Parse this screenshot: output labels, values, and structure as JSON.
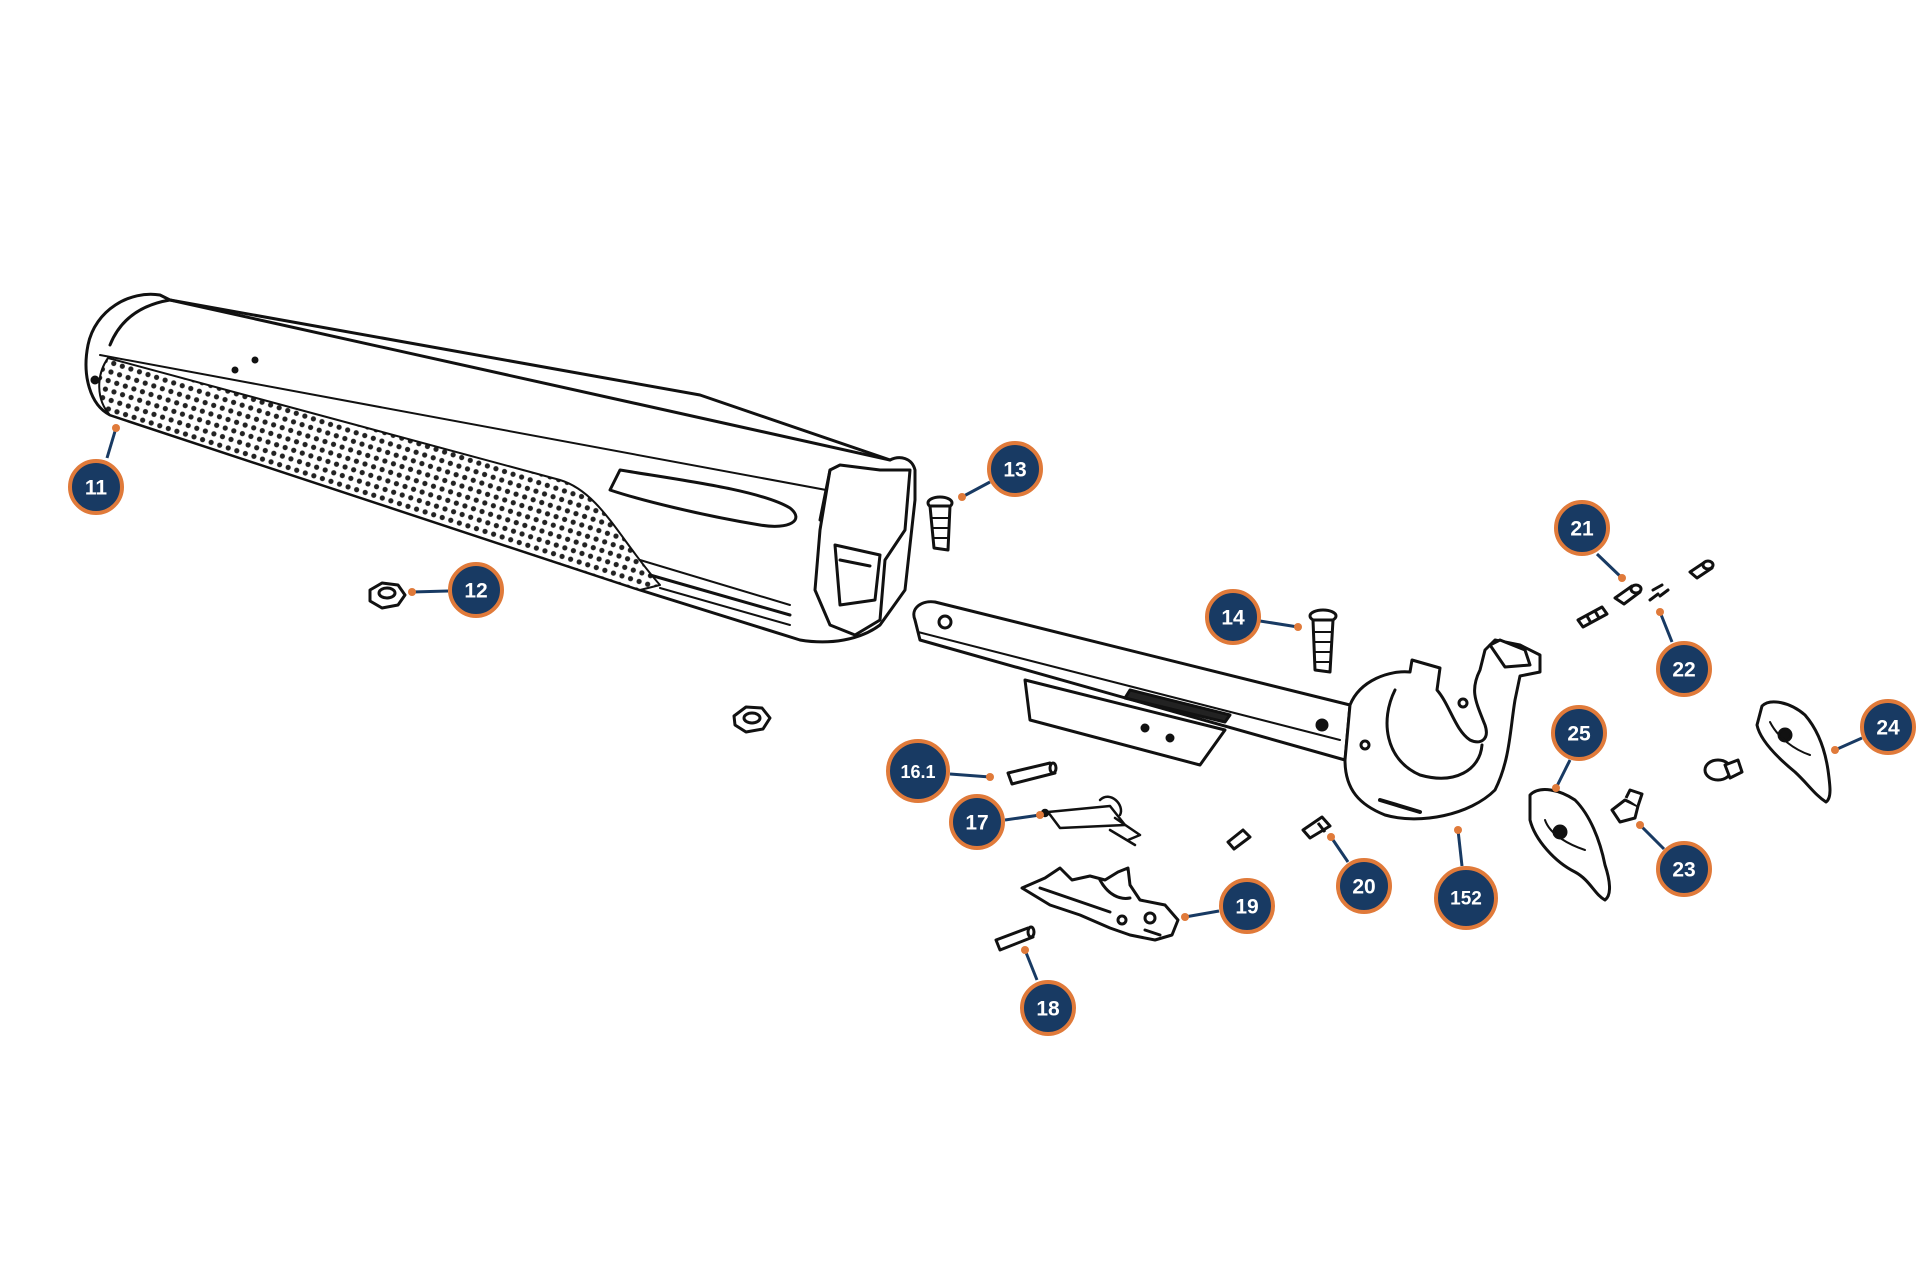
{
  "colors": {
    "badge_fill": "#183a63",
    "badge_ring": "#e07a3a",
    "leader": "#183a63",
    "leader_dot": "#e07a3a",
    "part_stroke": "#111111",
    "part_fill": "#ffffff"
  },
  "callouts": [
    {
      "id": "c11",
      "label": "11"
    },
    {
      "id": "c12",
      "label": "12"
    },
    {
      "id": "c13",
      "label": "13"
    },
    {
      "id": "c14",
      "label": "14"
    },
    {
      "id": "c16_1",
      "label": "16.1"
    },
    {
      "id": "c17",
      "label": "17"
    },
    {
      "id": "c18",
      "label": "18"
    },
    {
      "id": "c19",
      "label": "19"
    },
    {
      "id": "c20",
      "label": "20"
    },
    {
      "id": "c152",
      "label": "152"
    },
    {
      "id": "c21",
      "label": "21"
    },
    {
      "id": "c22",
      "label": "22"
    },
    {
      "id": "c23",
      "label": "23"
    },
    {
      "id": "c24",
      "label": "24"
    },
    {
      "id": "c25",
      "label": "25"
    }
  ]
}
